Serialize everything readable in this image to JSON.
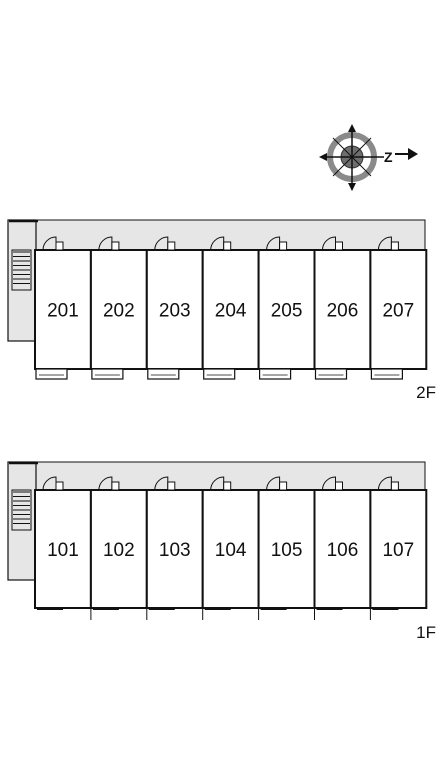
{
  "compass": {
    "label": "Z"
  },
  "floors": [
    {
      "label": "2F",
      "units": [
        "201",
        "202",
        "203",
        "204",
        "205",
        "206",
        "207"
      ]
    },
    {
      "label": "1F",
      "units": [
        "101",
        "102",
        "103",
        "104",
        "105",
        "106",
        "107"
      ]
    }
  ],
  "colors": {
    "corridor": "#e6e6e6",
    "line": "#111111",
    "compass_gray": "#7a7a7a"
  }
}
